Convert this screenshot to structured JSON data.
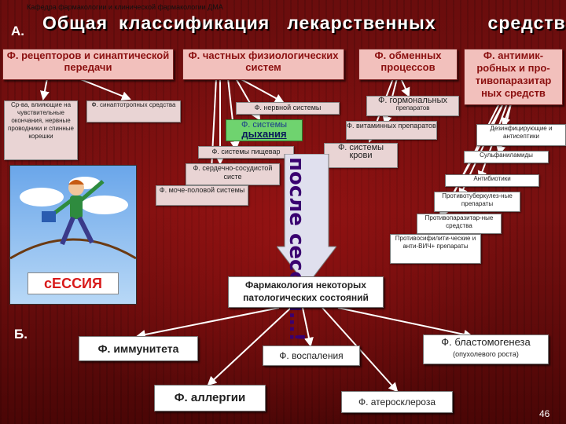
{
  "header": {
    "department": "Кафедра фармакологии и клинической фармакологии ДМА"
  },
  "section_a": "А.",
  "section_b": "Б.",
  "title_words": [
    "Общая",
    "классификация",
    "лекарственных",
    "средств"
  ],
  "categories": {
    "receptors": "Ф. рецепторов и синаптической передачи",
    "systems": "Ф. частных физиологических систем",
    "metabolic": "Ф. обменных процессов",
    "antimicrobial": "Ф. антимик-робных и про-тивопаразитар ных средств"
  },
  "receptors_items": {
    "afferent": "Ср-ва, влияющие на чувствительные окончания, нервные проводники и спинные корешки",
    "synaptotropic": "Ф. синаптотропных средства"
  },
  "systems_items": {
    "nervous": "Ф. нервной системы",
    "respiratory_top": "Ф. системы",
    "respiratory_bottom": "дыхания",
    "digestive": "Ф. системы пищевар",
    "cardio": "Ф. сердечно-сосудистой систе",
    "urogenital": "Ф. моче-половой системы"
  },
  "metabolic_items": {
    "hormonal": "Ф. гормональных",
    "hormonal_sub": "препаратов",
    "vitamin": "Ф. витаминных препаратов",
    "blood_top": "Ф. системы",
    "blood_bottom": "крови"
  },
  "antimicrobial_items": [
    "Дезинфицирующие и антисептики",
    "Сульфаниламиды",
    "Антибиотики",
    "Противотуберкулез-ные препараты",
    "Противопаразитар-ные средства",
    "Противосифилити-ческие и анти-ВИЧ+ препараты"
  ],
  "arrow_caption": "после сессии…!",
  "image_caption": "сЕССИЯ",
  "b_block": {
    "header": "Фармакология некоторых патологических состояний",
    "immunity": "Ф. иммунитета",
    "inflammation": "Ф. воспаления",
    "blastomogenesis": "Ф. бластомогенеза",
    "blastomogenesis_sub": "(опухолевого роста)",
    "allergy": "Ф. аллергии",
    "atherosclerosis": "Ф. атеросклероза"
  },
  "page_number": "46"
}
